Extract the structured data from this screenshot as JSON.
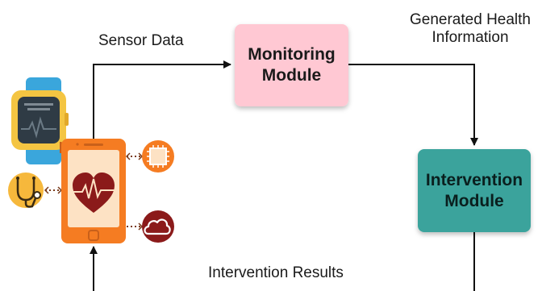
{
  "edges": {
    "sensor_data": "Sensor Data",
    "generated_health_information": "Generated Health\nInformation",
    "intervention_results": "Intervention Results"
  },
  "nodes": {
    "monitoring_module": "Monitoring\nModule",
    "intervention_module": "Intervention\nModule"
  },
  "colors": {
    "monitoring_fill": "#ffc8d3",
    "monitoring_text": "#1a1a1a",
    "intervention_fill": "#3aa39c",
    "intervention_text": "#0a1f1e",
    "phone_orange": "#f57c22",
    "phone_screen": "#fde2c4",
    "heart": "#8b1a1a",
    "watch_band": "#3aa6dc",
    "watch_case": "#f4c542",
    "stethoscope": "#f6b83c",
    "arrow": "#111111"
  },
  "icons": [
    "smartwatch-icon",
    "stethoscope-icon",
    "smartphone-icon",
    "heart-icon",
    "chip-icon",
    "cloud-icon"
  ]
}
